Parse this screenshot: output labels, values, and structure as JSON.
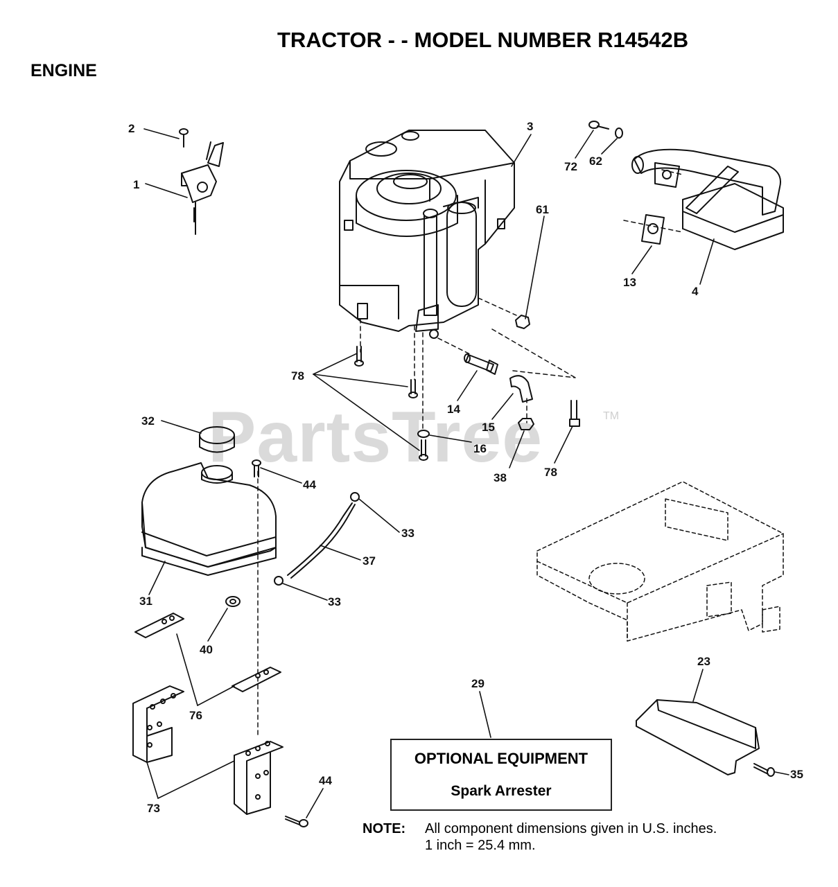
{
  "title": "TRACTOR - - MODEL NUMBER R14542B",
  "section": "ENGINE",
  "watermark": "PartsTree",
  "watermark_tm": "TM",
  "optional_box": {
    "title": "OPTIONAL EQUIPMENT",
    "subtitle": "Spark Arrester"
  },
  "note": {
    "label": "NOTE:",
    "line1": "All component dimensions given in U.S. inches.",
    "line2": "1 inch = 25.4 mm."
  },
  "callouts": {
    "c1": "1",
    "c2": "2",
    "c3": "3",
    "c4": "4",
    "c13": "13",
    "c14": "14",
    "c15": "15",
    "c16": "16",
    "c23": "23",
    "c29": "29",
    "c31": "31",
    "c32": "32",
    "c33a": "33",
    "c33b": "33",
    "c35": "35",
    "c37": "37",
    "c38": "38",
    "c40": "40",
    "c44a": "44",
    "c44b": "44",
    "c61": "61",
    "c62": "62",
    "c72": "72",
    "c73": "73",
    "c76": "76",
    "c78a": "78",
    "c78b": "78"
  }
}
